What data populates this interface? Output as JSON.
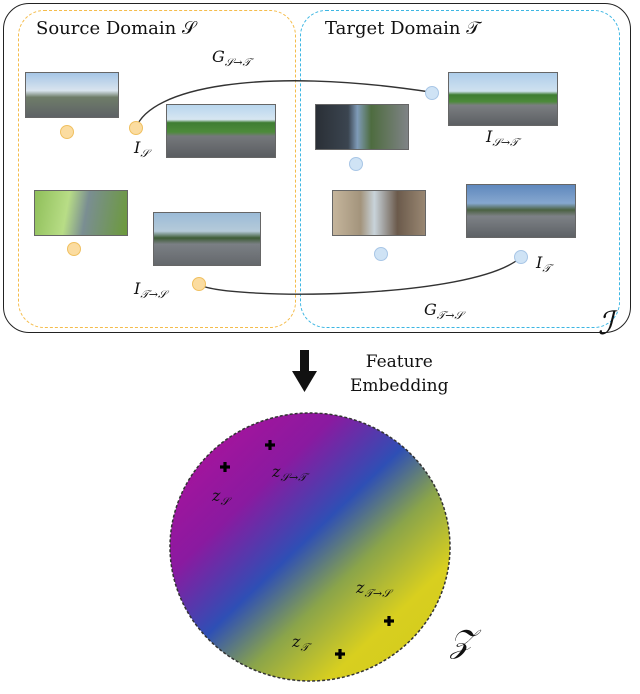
{
  "source_domain": {
    "title": "Source Domain 𝒮"
  },
  "target_domain": {
    "title": "Target Domain 𝒯"
  },
  "labels": {
    "g_s2t": {
      "base": "G",
      "sub": "𝒮→𝒯"
    },
    "g_t2s": {
      "base": "G",
      "sub": "𝒯→𝒮"
    },
    "i_s": {
      "base": "I",
      "sub": "𝒮"
    },
    "i_t": {
      "base": "I",
      "sub": "𝒯"
    },
    "i_s2t": {
      "base": "I",
      "sub": "𝒮→𝒯"
    },
    "i_t2s": {
      "base": "I",
      "sub": "𝒯→𝒮"
    },
    "z_s": {
      "base": "z",
      "sub": "𝒮"
    },
    "z_t": {
      "base": "z",
      "sub": "𝒯"
    },
    "z_s2t": {
      "base": "z",
      "sub": "𝒮→𝒯"
    },
    "z_t2s": {
      "base": "z",
      "sub": "𝒯→𝒮"
    }
  },
  "image_space_symbol": "ℐ",
  "feature_space_symbol": "𝒵",
  "embedding_caption": {
    "line1": "Feature",
    "line2": "Embedding"
  },
  "colors": {
    "source": "#f5bc4a",
    "target": "#3cb6e3",
    "sphere_magenta": "#b0119b",
    "sphere_blue": "#2e4fb5",
    "sphere_yellow": "#d8cf1f"
  }
}
